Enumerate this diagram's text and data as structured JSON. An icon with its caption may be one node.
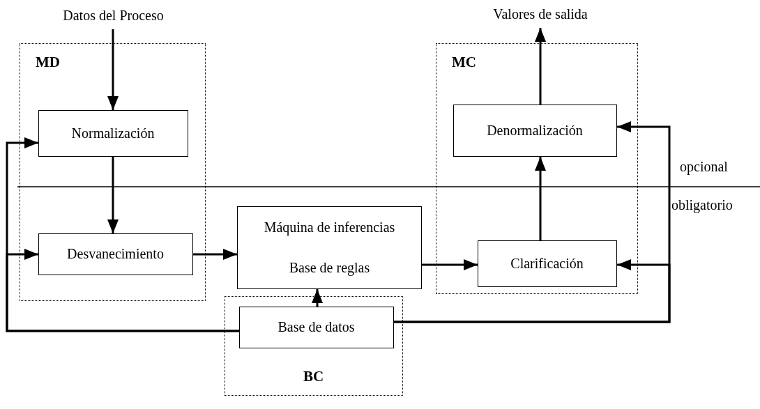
{
  "diagram": {
    "nodes": [
      {
        "text": [
          "MD"
        ]
      },
      {
        "text": [
          "Normalización"
        ],
        "in": 0
      },
      {
        "text": [
          "Desvanecimiento"
        ],
        "in": 0
      },
      {
        "text": [
          "BC"
        ]
      },
      {
        "text": [
          "Máquina de inferencias",
          "Base de reglas"
        ]
      },
      {
        "text": [
          "Base de datos"
        ],
        "in": 3
      },
      {
        "text": [
          "MC"
        ]
      },
      {
        "text": [
          "Denormalización"
        ],
        "in": 6
      },
      {
        "text": [
          "Clarificación"
        ],
        "in": 6
      },
      {
        "text": [
          "Datos del Proceso"
        ]
      },
      {
        "text": [
          "Valores de salida"
        ]
      }
    ],
    "edges": [
      {
        "from": 9,
        "to": 1,
        "arrow": "to"
      },
      {
        "from": 1,
        "to": 2,
        "arrow": "to"
      },
      {
        "from": 2,
        "to": 4,
        "arrow": "to"
      },
      {
        "from": 4,
        "to": 8,
        "arrow": "to"
      },
      {
        "from": 8,
        "to": 7,
        "arrow": "to"
      },
      {
        "from": 7,
        "to": 10,
        "arrow": "to"
      },
      {
        "from": 5,
        "to": 4,
        "arrow": "to"
      },
      {
        "from": 5,
        "to": 1,
        "arrow": "to"
      },
      {
        "from": 5,
        "to": 2,
        "arrow": "to"
      },
      {
        "from": 5,
        "to": 7,
        "arrow": "to"
      },
      {
        "from": 5,
        "to": 8,
        "arrow": "to"
      }
    ],
    "labels": [
      "opcional",
      "obligatorio"
    ]
  }
}
